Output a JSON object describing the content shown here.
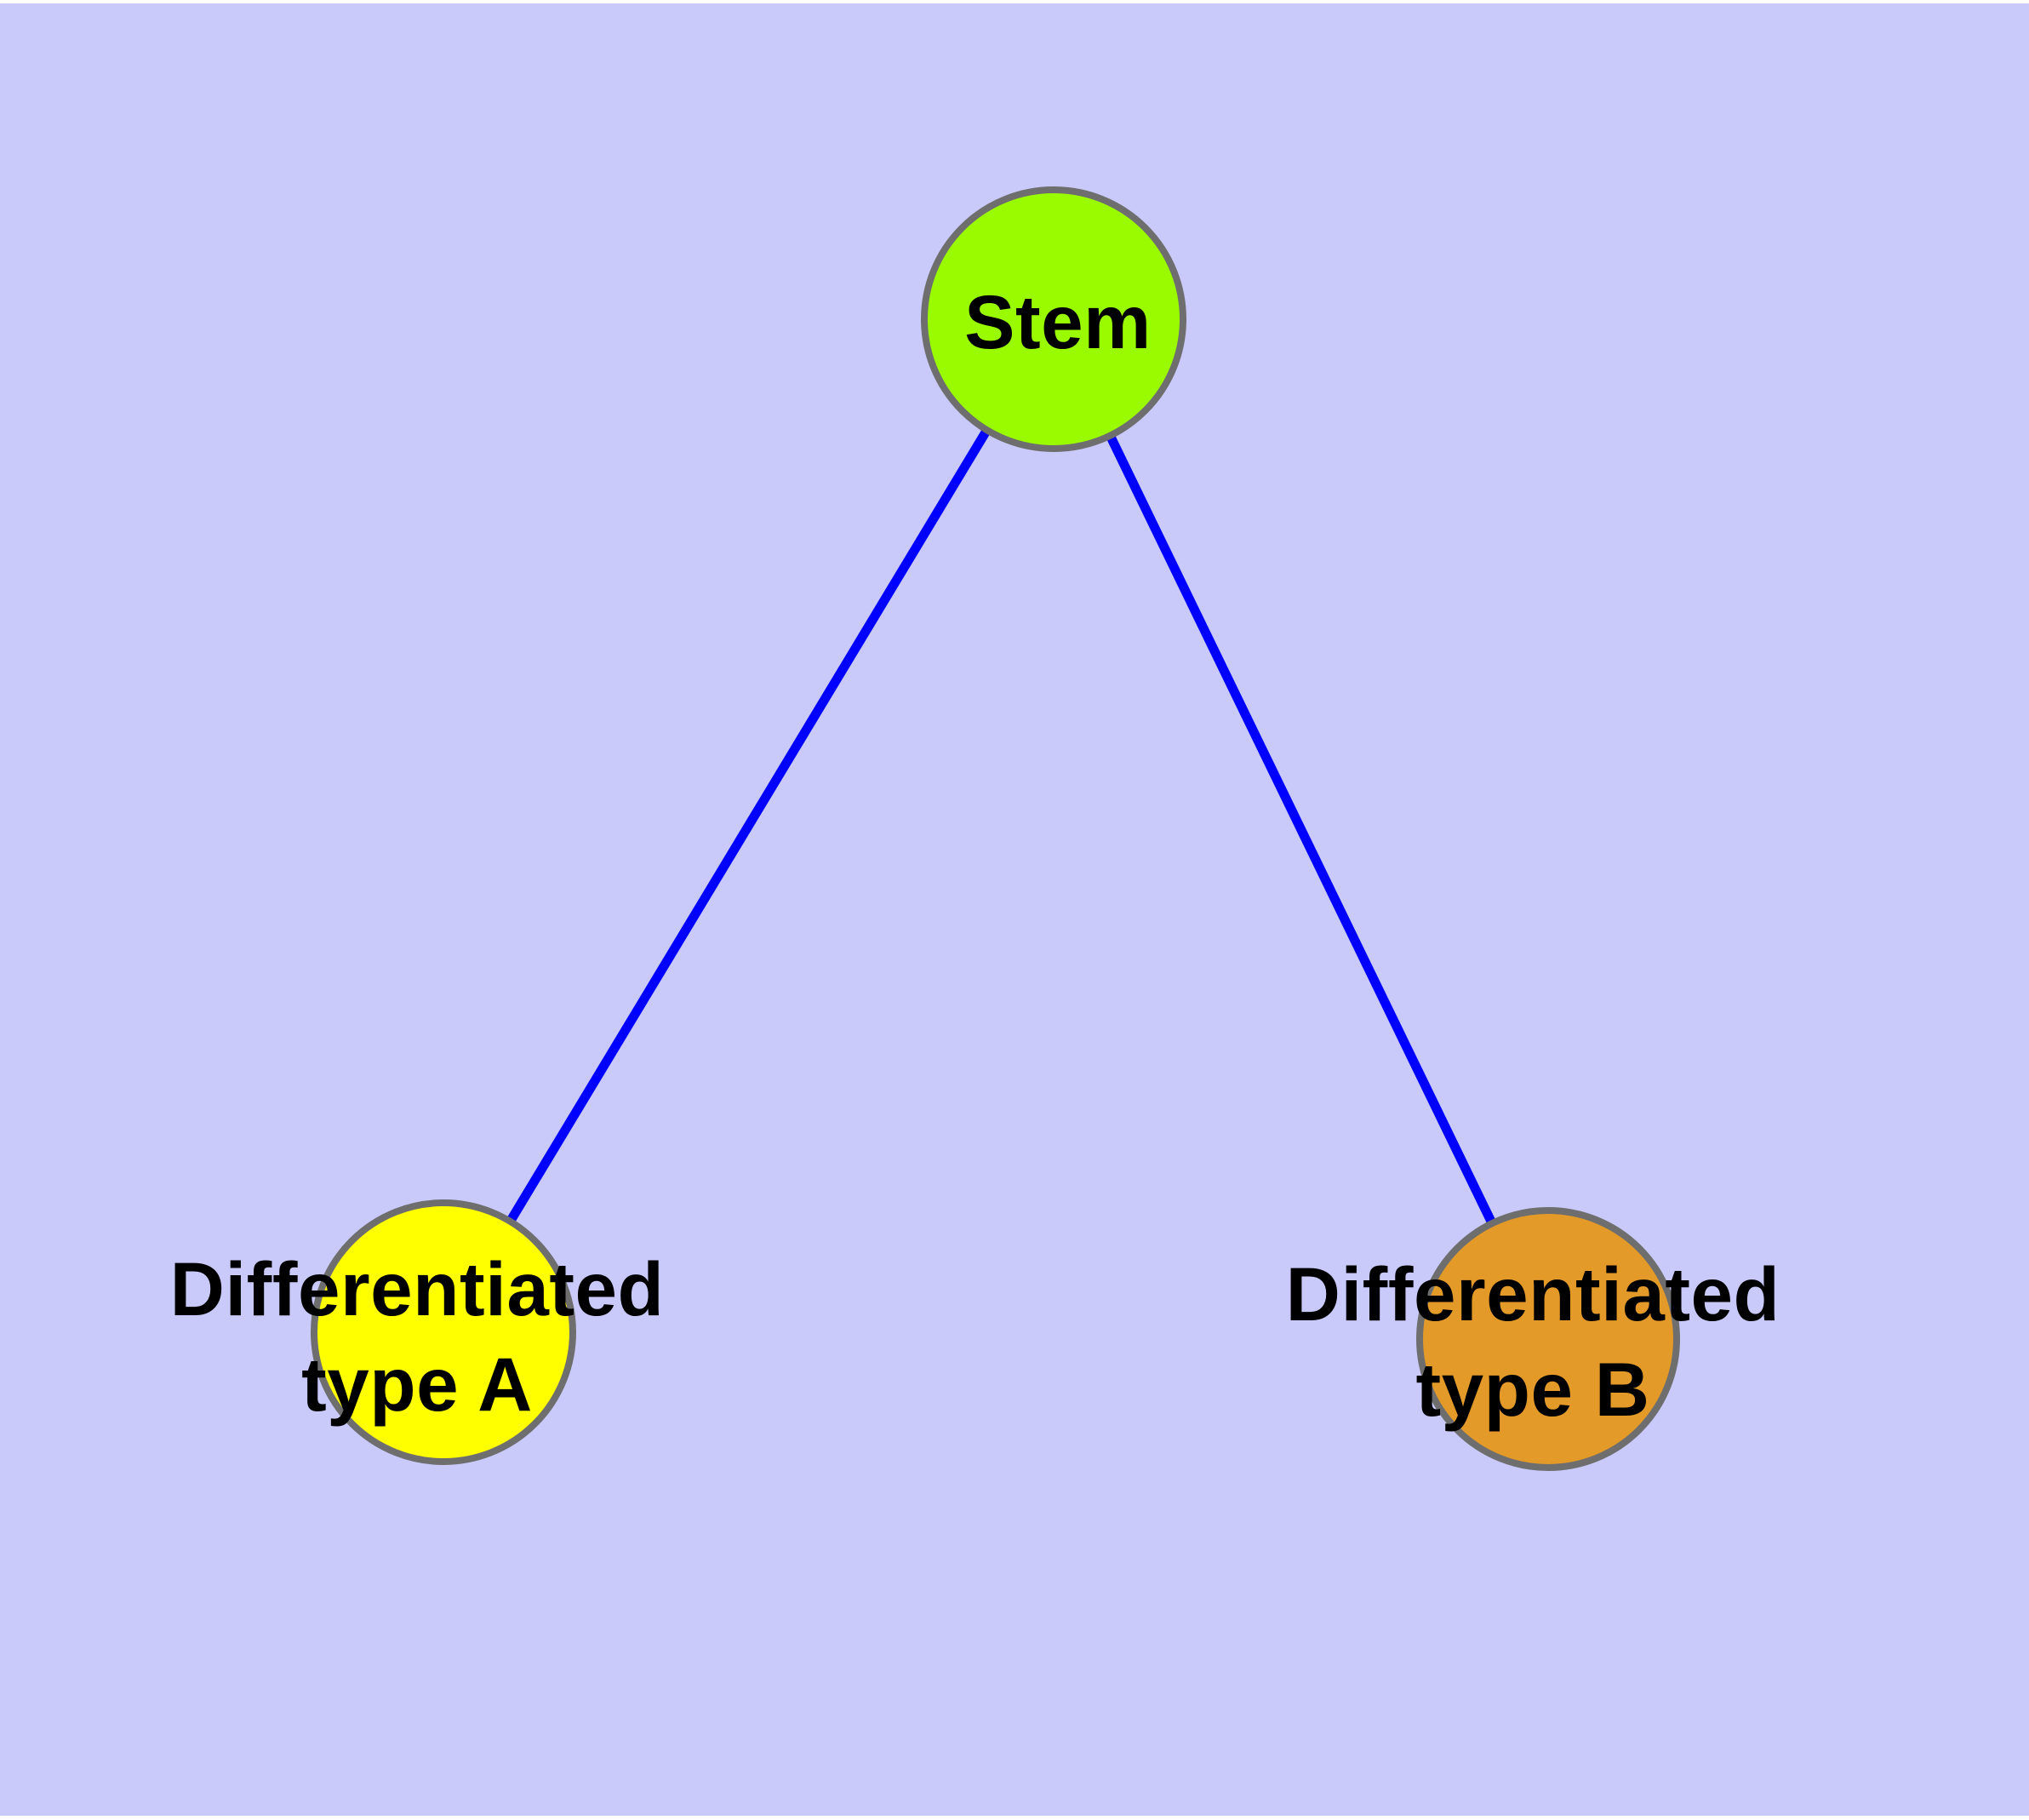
{
  "diagram": {
    "background_color": "#CACAFA",
    "page_margin_color": "#FFFFFF",
    "edge_color": "#0000FF",
    "node_border_color": "#6E6E6E",
    "label_color": "#000000",
    "nodes": [
      {
        "id": "stem",
        "label": "Stem",
        "fill": "#9AFA00"
      },
      {
        "id": "differentiated-type-a",
        "label_line1": "Differentiated",
        "label_line2": "type A",
        "fill": "#FFFF00"
      },
      {
        "id": "differentiated-type-b",
        "label_line1": "Differentiated",
        "label_line2": "type B",
        "fill": "#E39A28"
      }
    ],
    "edges": [
      {
        "from": "stem",
        "to": "differentiated-type-a"
      },
      {
        "from": "stem",
        "to": "differentiated-type-b"
      }
    ]
  }
}
